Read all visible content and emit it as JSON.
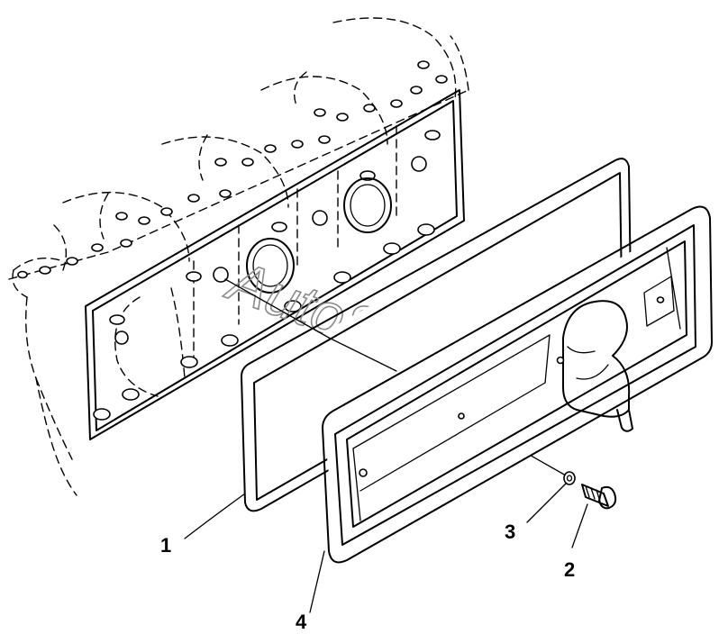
{
  "watermark": "AutoSoft",
  "callouts": [
    {
      "id": "gasket",
      "label": "1"
    },
    {
      "id": "bolt",
      "label": "2"
    },
    {
      "id": "washer",
      "label": "3"
    },
    {
      "id": "cover",
      "label": "4"
    }
  ]
}
